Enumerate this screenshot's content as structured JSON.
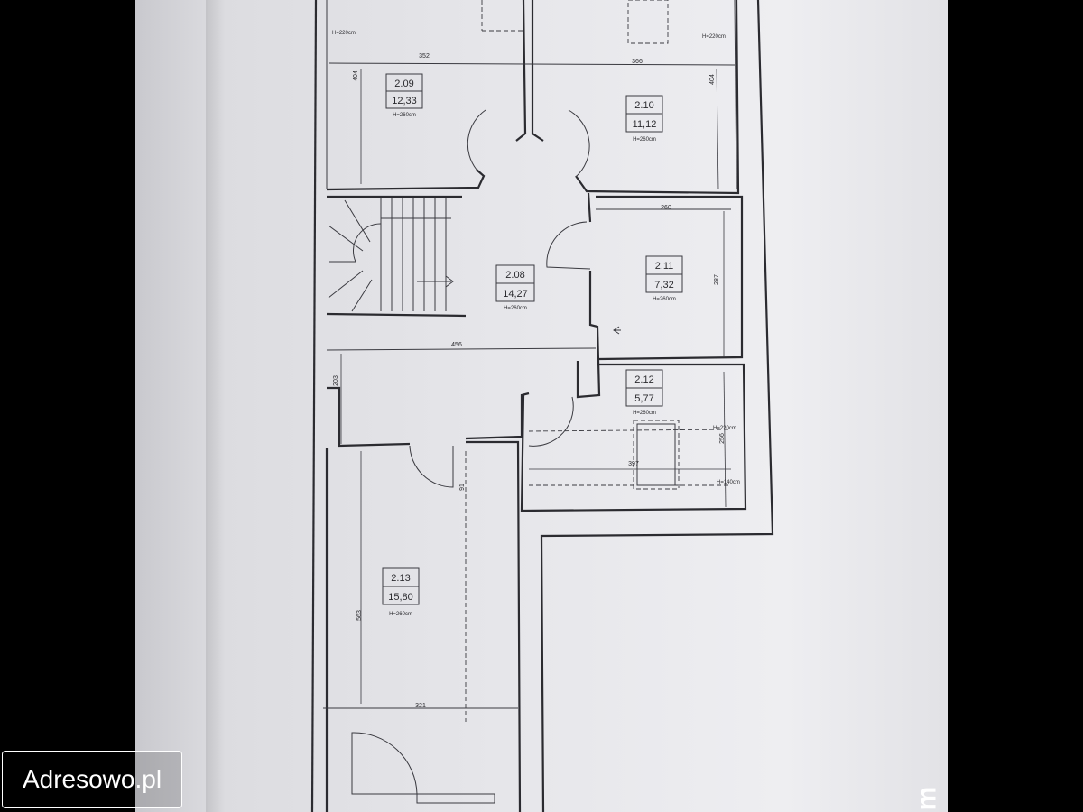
{
  "watermark": {
    "text": "Adresowo.pl"
  },
  "corner_mark": "m",
  "rooms": {
    "r209": {
      "number": "2.09",
      "area": "12,33",
      "height": "H=260cm"
    },
    "r210": {
      "number": "2.10",
      "area": "11,12",
      "height": "H=260cm"
    },
    "r208": {
      "number": "2.08",
      "area": "14,27",
      "height": "H=260cm"
    },
    "r211": {
      "number": "2.11",
      "area": "7,32",
      "height": "H=260cm"
    },
    "r212": {
      "number": "2.12",
      "area": "5,77",
      "height": "H=260cm"
    },
    "r213": {
      "number": "2.13",
      "area": "15,80",
      "height": "H=260cm"
    }
  },
  "dimensions": {
    "d352": "352",
    "d366": "366",
    "d404a": "404",
    "d404b": "404",
    "d260": "260",
    "d287": "287",
    "d456": "456",
    "d203": "203",
    "d397": "397",
    "d256": "256",
    "d563": "563",
    "d321": "321",
    "d91": "91"
  },
  "height_notes": {
    "top_left": "H=220cm",
    "top_right": "H=220cm",
    "r212_upper": "H=220cm",
    "r212_lower": "H=140cm"
  }
}
